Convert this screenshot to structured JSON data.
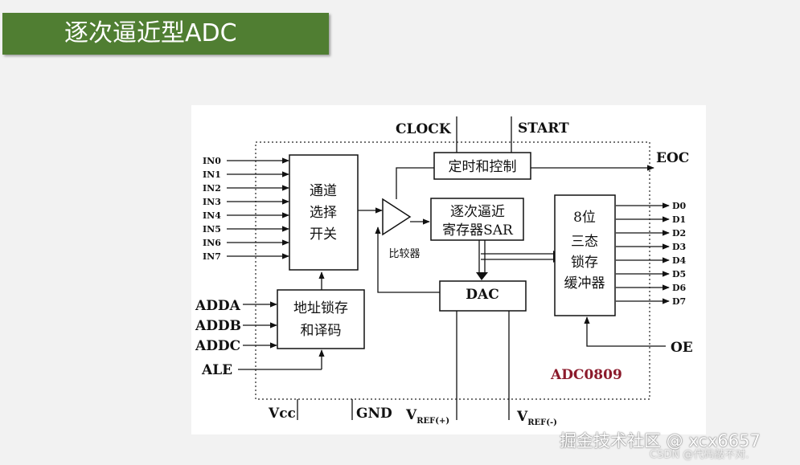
{
  "slide": {
    "title": "逐次逼近型ADC"
  },
  "diagram": {
    "clock": "CLOCK",
    "start": "START",
    "eoc": "EOC",
    "timing_control": "定时和控制",
    "mux": [
      "通道",
      "选择",
      "开关"
    ],
    "comparator": "比较器",
    "sar": [
      "逐次逼近",
      "寄存器SAR"
    ],
    "dac": "DAC",
    "buffer": [
      "8位",
      "三态",
      "锁存",
      "缓冲器"
    ],
    "latch": [
      "地址锁存",
      "和译码"
    ],
    "inputs": [
      "IN0",
      "IN1",
      "IN2",
      "IN3",
      "IN4",
      "IN5",
      "IN6",
      "IN7"
    ],
    "addr": [
      "ADDA",
      "ADDB",
      "ADDC"
    ],
    "ale": "ALE",
    "outputs": [
      "D0",
      "D1",
      "D2",
      "D3",
      "D4",
      "D5",
      "D6",
      "D7"
    ],
    "oe": "OE",
    "chip": "ADC0809",
    "vcc": "Vcc",
    "gnd": "GND",
    "vref_plus": {
      "main": "V",
      "sub": "REF(+)"
    },
    "vref_minus": {
      "main": "V",
      "sub": "REF(-)"
    }
  },
  "watermark": {
    "line1": "掘金技术社区 @ xcx6657",
    "line2": "CSDN @代码敲不对."
  },
  "colors": {
    "title_bg": "#507e32",
    "chip_label": "#8b1a2b"
  }
}
